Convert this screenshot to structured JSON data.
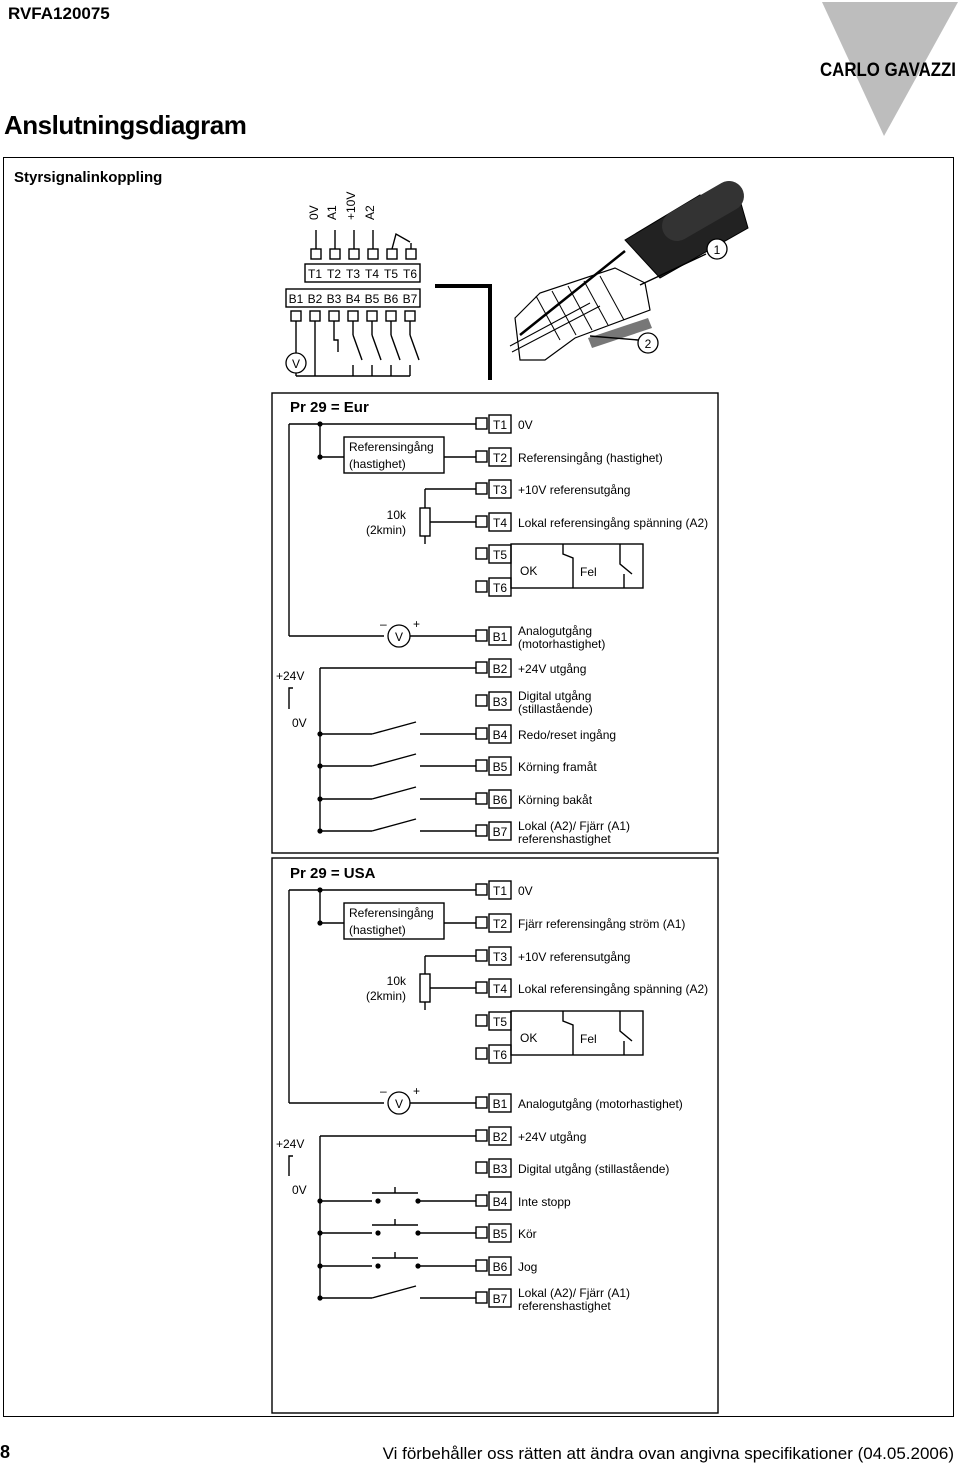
{
  "header": {
    "doc_code": "RVFA120075",
    "brand": "CARLO GAVAZZI",
    "title": "Anslutningsdiagram",
    "section": "Styrsignalinkoppling"
  },
  "connector": {
    "top_labels": [
      "0V",
      "A1",
      "+10V",
      "A2"
    ],
    "t_terminals": [
      "T1",
      "T2",
      "T3",
      "T4",
      "T5",
      "T6"
    ],
    "b_terminals": [
      "B1",
      "B2",
      "B3",
      "B4",
      "B5",
      "B6",
      "B7"
    ],
    "meter_label": "V",
    "step1": "1",
    "step2": "2"
  },
  "eur": {
    "title": "Pr 29 = Eur",
    "ref_box": [
      "Referensingång",
      "(hastighet)"
    ],
    "pot": [
      "10k",
      "(2kmin)"
    ],
    "ok": "OK",
    "fault": "Fel",
    "meter": "V",
    "minus": "–",
    "plus": "+",
    "p24": "+24V",
    "zero": "0V",
    "terminals": [
      "T1",
      "T2",
      "T3",
      "T4",
      "T5",
      "T6",
      "B1",
      "B2",
      "B3",
      "B4",
      "B5",
      "B6",
      "B7"
    ],
    "desc": {
      "t1": "0V",
      "t2": "Referensingång (hastighet)",
      "t3": "+10V referensutgång",
      "t4": "Lokal referensingång spänning (A2)",
      "b1": [
        "Analogutgång",
        "(motorhastighet)"
      ],
      "b2": "+24V utgång",
      "b3": [
        "Digital utgång",
        "(stillastående)"
      ],
      "b4": "Redo/reset ingång",
      "b5": "Körning framåt",
      "b6": "Körning bakåt",
      "b7": [
        "Lokal (A2)/ Fjärr (A1)",
        "referenshastighet"
      ]
    }
  },
  "usa": {
    "title": "Pr 29 = USA",
    "ref_box": [
      "Referensingång",
      "(hastighet)"
    ],
    "pot": [
      "10k",
      "(2kmin)"
    ],
    "ok": "OK",
    "fault": "Fel",
    "meter": "V",
    "minus": "–",
    "plus": "+",
    "p24": "+24V",
    "zero": "0V",
    "terminals": [
      "T1",
      "T2",
      "T3",
      "T4",
      "T5",
      "T6",
      "B1",
      "B2",
      "B3",
      "B4",
      "B5",
      "B6",
      "B7"
    ],
    "desc": {
      "t1": "0V",
      "t2": "Fjärr referensingång ström (A1)",
      "t3": "+10V referensutgång",
      "t4": "Lokal referensingång spänning (A2)",
      "b1": "Analogutgång (motorhastighet)",
      "b2": "+24V utgång",
      "b3": "Digital utgång (stillastående)",
      "b4": "Inte stopp",
      "b5": "Kör",
      "b6": "Jog",
      "b7": [
        "Lokal (A2)/ Fjärr (A1)",
        "referenshastighet"
      ]
    }
  },
  "footer": {
    "page": "8",
    "note": "Vi förbehåller oss rätten att ändra ovan angivna specifikationer (04.05.2006)"
  }
}
